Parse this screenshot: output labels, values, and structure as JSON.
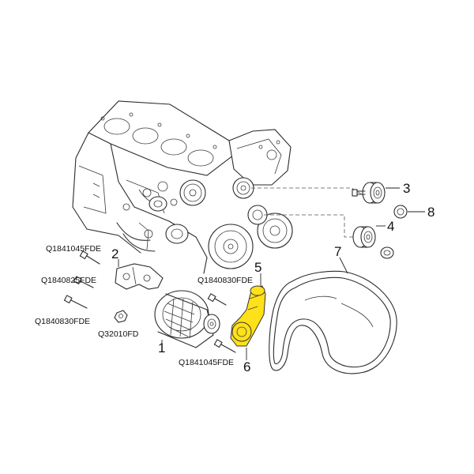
{
  "callouts": [
    "1",
    "2",
    "3",
    "4",
    "5",
    "6",
    "7",
    "8"
  ],
  "part_codes": [
    "Q1841045FDE",
    "Q1840825FDE",
    "Q1840830FDE",
    "Q32010FD",
    "Q1840830FDE",
    "Q1841045FDE"
  ],
  "colors": {
    "highlight": "#ffe11a",
    "line": "#2b2b2b"
  }
}
